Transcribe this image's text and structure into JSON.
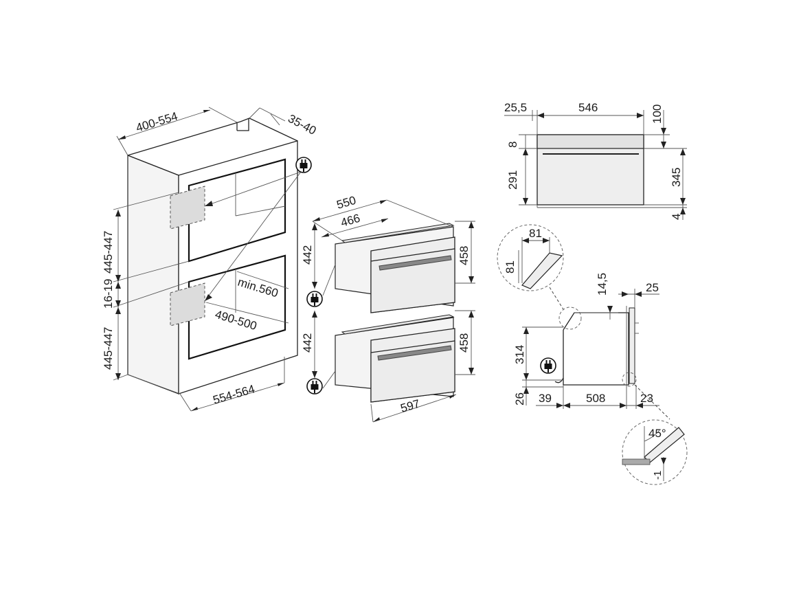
{
  "diagram": {
    "cabinet_labels": {
      "depth": "400-554",
      "top_offset": "35-40",
      "upper_niche": "445-447",
      "gap": "16-19",
      "lower_niche": "445-447",
      "min_depth": "min.560",
      "inner_width": "490-500",
      "width": "554-564"
    },
    "oven_labels": {
      "depth_total": "550",
      "depth_body": "466",
      "upper_body_height": "442",
      "upper_front_height": "458",
      "lower_body_height": "442",
      "lower_front_height": "458",
      "front_width": "597"
    },
    "top_view_labels": {
      "front_offset": "25,5",
      "body_width": "546",
      "top_clearance": "100",
      "panel_top": "8",
      "cavity_height": "291",
      "total_height": "345",
      "bottom_gap": "4"
    },
    "side_view_labels": {
      "detail_width": "81",
      "detail_height": "81",
      "top_step": "14,5",
      "front_depth": "25",
      "body_height": "314",
      "base_height": "26",
      "rear_offset": "39",
      "body_depth": "508",
      "front_offset": "23"
    },
    "detail_labels": {
      "angle": "45°",
      "offset": "-1"
    },
    "icons": [
      "power-plug-icon",
      "power-plug-icon",
      "power-plug-icon",
      "power-plug-icon"
    ]
  }
}
